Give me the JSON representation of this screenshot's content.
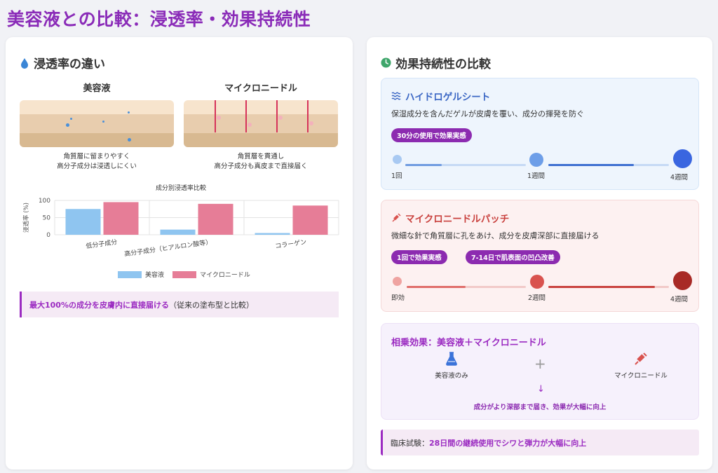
{
  "page_title": "美容液との比較：浸透率・効果持続性",
  "left": {
    "heading": "浸透率の違い",
    "serum": {
      "title": "美容液",
      "caption1": "角質層に留まりやすく",
      "caption2": "高分子成分は浸透しにくい"
    },
    "needle": {
      "title": "マイクロニードル",
      "caption1": "角質層を貫通し",
      "caption2": "高分子成分も真皮まで直接届く"
    },
    "highlight_strong": "最大100%の成分を皮膚内に直接届ける",
    "highlight_rest": "（従来の塗布型と比較）"
  },
  "chart_data": {
    "type": "bar",
    "title": "成分別浸透率比較",
    "ylabel": "浸透率 (%)",
    "xlabel": "",
    "ylim": [
      0,
      100
    ],
    "yticks": [
      0,
      50,
      100
    ],
    "categories": [
      "低分子成分",
      "高分子成分（ヒアルロン酸等）",
      "コラーゲン"
    ],
    "series": [
      {
        "name": "美容液",
        "color": "#8fc5f0",
        "values": [
          75,
          15,
          5
        ]
      },
      {
        "name": "マイクロニードル",
        "color": "#e67d97",
        "values": [
          95,
          90,
          85
        ]
      }
    ],
    "legend": "bottom"
  },
  "right": {
    "heading": "効果持続性の比較",
    "hydrogel": {
      "title": "ハイドロゲルシート",
      "desc": "保湿成分を含んだゲルが皮膚を覆い、成分の揮発を防ぐ",
      "badge": "30分の使用で効果実感",
      "t1": "1回",
      "t2": "1週間",
      "t3": "4週間",
      "color": "#3d6fd1"
    },
    "patch": {
      "title": "マイクロニードルパッチ",
      "desc": "微細な針で角質層に孔をあけ、成分を皮膚深部に直接届ける",
      "badge1": "1回で効果実感",
      "badge2": "7-14日で肌表面の凹凸改善",
      "t1": "即効",
      "t2": "2週間",
      "t3": "4週間",
      "color": "#c9413e"
    },
    "synergy": {
      "title": "相乗効果：美容液＋マイクロニードル",
      "item1": "美容液のみ",
      "plus": "+",
      "item2": "マイクロニードル",
      "arrow": "↓",
      "result": "成分がより深部まで届き、効果が大幅に向上"
    },
    "clinical_prefix": "臨床試験：",
    "clinical_strong": "28日間の継続使用でシワと弾力が大幅に向上"
  }
}
